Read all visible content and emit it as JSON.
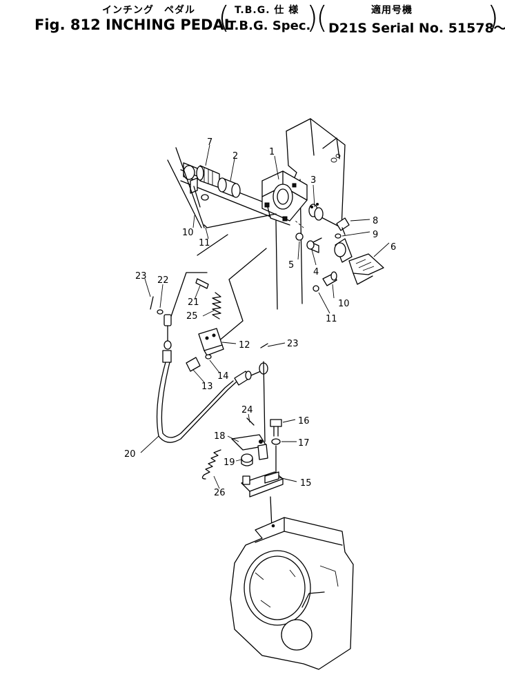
{
  "header": {
    "jp_name": "インチング　ペダル",
    "jp_spec": "T.B.G. 仕 様",
    "jp_applicable": "適用号機",
    "en_title": "Fig. 812 INCHING PEDAL",
    "en_spec": "T.B.G. Spec.",
    "en_serial": "D21S Serial No. 51578～"
  },
  "callouts": {
    "c1": "1",
    "c2": "2",
    "c3": "3",
    "c4": "4",
    "c5": "5",
    "c6": "6",
    "c7": "7",
    "c8": "8",
    "c9": "9",
    "c10a": "10",
    "c10b": "10",
    "c11a": "11",
    "c11b": "11",
    "c12": "12",
    "c13": "13",
    "c14": "14",
    "c15": "15",
    "c16": "16",
    "c17": "17",
    "c18": "18",
    "c19": "19",
    "c20": "20",
    "c21": "21",
    "c22": "22",
    "c23a": "23",
    "c23b": "23",
    "c24": "24",
    "c25": "25",
    "c26": "26"
  }
}
